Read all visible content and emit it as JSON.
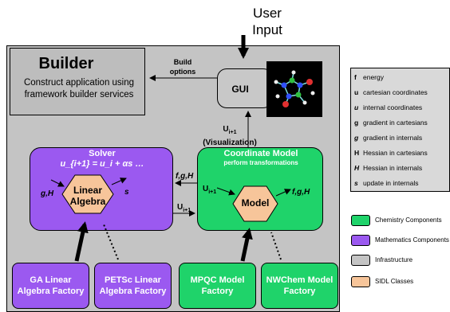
{
  "user_input": "User\nInput",
  "builder": {
    "title": "Builder",
    "subtitle": "Construct application using framework builder services"
  },
  "build_options": "Build options",
  "gui": {
    "label": "GUI"
  },
  "u_vis": {
    "u": "U",
    "sub": "i+1",
    "caption": "(Visualization)"
  },
  "solver": {
    "title": "Solver",
    "equation": "u_{i+1} = u_i + αs …",
    "hex_line1": "Linear",
    "hex_line2": "Algebra",
    "gH": "g,H",
    "s": "s"
  },
  "coordinate": {
    "title": "Coordinate Model",
    "subtitle": "perform transformations",
    "hex": "Model",
    "u_in": "U",
    "u_in_sub": "i+1",
    "fgH": "f,g,H"
  },
  "link_top": "f,g,H",
  "link_bottom": {
    "u": "U",
    "sub": "i+1"
  },
  "factories": {
    "ga": "GA Linear Algebra Factory",
    "petsc": "PETSc Linear Algebra Factory",
    "mpqc": "MPQC Model Factory",
    "nwchem": "NWChem Model Factory"
  },
  "legend": [
    {
      "sym": "f",
      "text": "energy",
      "italic": false
    },
    {
      "sym": "u",
      "text": "cartesian coordinates",
      "italic": false
    },
    {
      "sym": "u",
      "text": "internal coordinates",
      "italic": true
    },
    {
      "sym": "g",
      "text": "gradient in cartesians",
      "italic": false
    },
    {
      "sym": "g",
      "text": "gradient in internals",
      "italic": true
    },
    {
      "sym": "H",
      "text": "Hessian in cartesians",
      "italic": false
    },
    {
      "sym": "H",
      "text": "Hessian in internals",
      "italic": true
    },
    {
      "sym": "s",
      "text": "update in internals",
      "italic": true
    }
  ],
  "color_key": [
    {
      "label": "Chemistry Components",
      "color": "#1fd36a"
    },
    {
      "label": "Mathematics Components",
      "color": "#9b59f0"
    },
    {
      "label": "Infrastructure",
      "color": "#c4c4c4"
    },
    {
      "label": "SIDL Classes",
      "color": "#f7c59a"
    }
  ]
}
